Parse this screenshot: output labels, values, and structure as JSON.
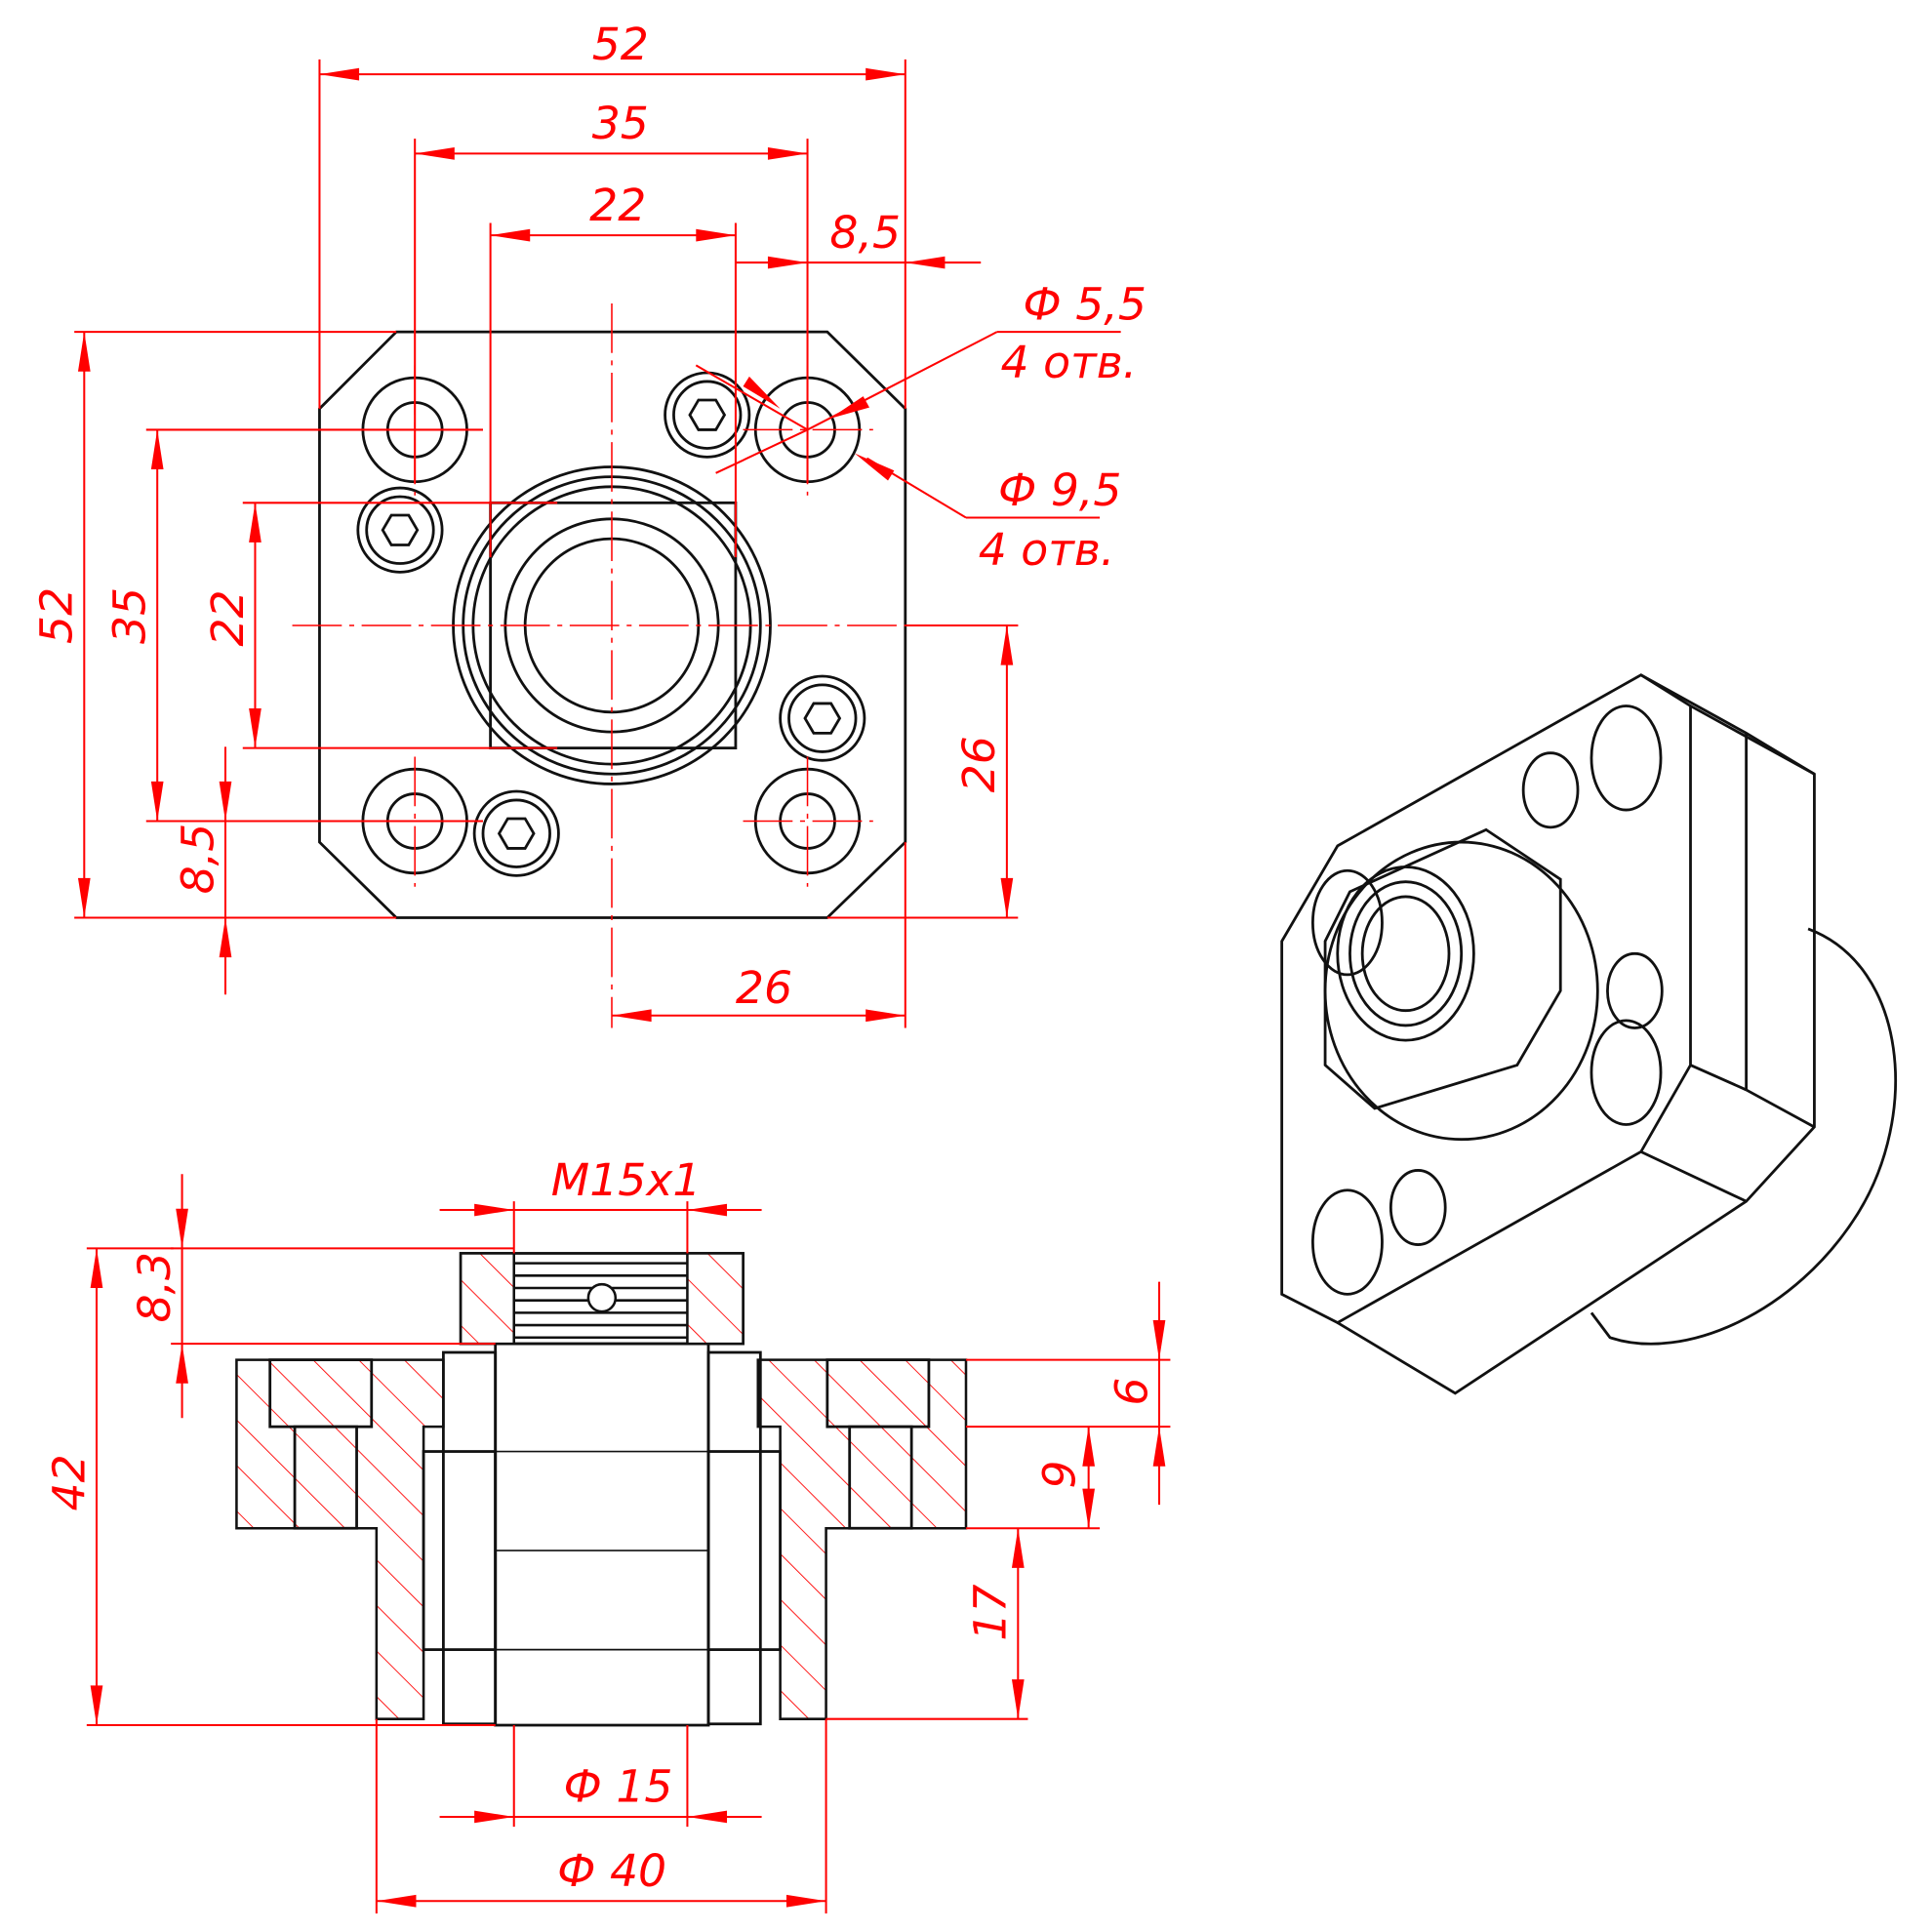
{
  "front_view": {
    "dim_width_overall": "52",
    "dim_width_holes": "35",
    "dim_width_inner": "22",
    "dim_hole_offset_x": "8,5",
    "dim_height_overall": "52",
    "dim_height_holes": "35",
    "dim_height_inner": "22",
    "dim_hole_offset_y": "8,5",
    "dim_center_to_edge_y": "26",
    "dim_center_to_edge_x": "26",
    "hole_small_diameter": "Ф 5,5",
    "hole_small_count": "4 отв.",
    "hole_large_diameter": "Ф 9,5",
    "hole_large_count": "4 отв."
  },
  "section_view": {
    "thread": "M15x1",
    "dim_nut_height": "8,3",
    "dim_total_height": "42",
    "dim_flange_top": "6",
    "dim_flange": "9",
    "dim_body": "17",
    "dim_bore": "Ф 15",
    "dim_body_diameter": "Ф 40"
  },
  "colors": {
    "dimension": "#ff0000",
    "geometry": "#111111"
  }
}
